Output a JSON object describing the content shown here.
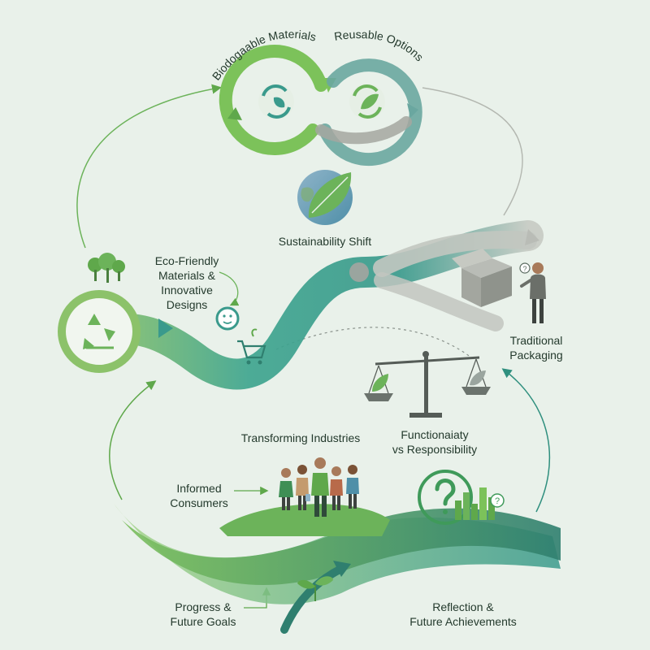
{
  "top_loop": {
    "left_arc_label": "Biodogaable Materials",
    "right_arc_label": "Reusable Options"
  },
  "globe": {
    "label": "Sustainability Shift"
  },
  "eco_friendly": {
    "lines": [
      "Eco-Friendly",
      "Materials &",
      "Innovative",
      "Designs"
    ]
  },
  "traditional": {
    "lines": [
      "Traditional",
      "Packaging"
    ]
  },
  "balance": {
    "lines": [
      "Functionaiaty",
      "vs Responsibility"
    ]
  },
  "transforming": {
    "label": "Transforming Industries"
  },
  "consumers": {
    "lines": [
      "Informed",
      "Consumers"
    ]
  },
  "progress": {
    "lines": [
      "Progress &",
      "Future Goals"
    ]
  },
  "reflection": {
    "lines": [
      "Reflection &",
      "Future Achievements"
    ]
  },
  "colors": {
    "background": "#e9f1ea",
    "light_green": "#8cc26a",
    "green": "#5fa84b",
    "teal": "#3a9a8c",
    "dark_teal": "#2f7f6f",
    "grey": "#b9bcb6"
  },
  "icons": [
    "recycle-icon",
    "leaf-icon",
    "tree-icon",
    "shopping-cart-icon",
    "smiley-badge-icon",
    "box-icon",
    "person-icon",
    "balance-scale-icon",
    "question-mark-icon",
    "city-icon",
    "sprout-icon",
    "people-group-icon"
  ]
}
